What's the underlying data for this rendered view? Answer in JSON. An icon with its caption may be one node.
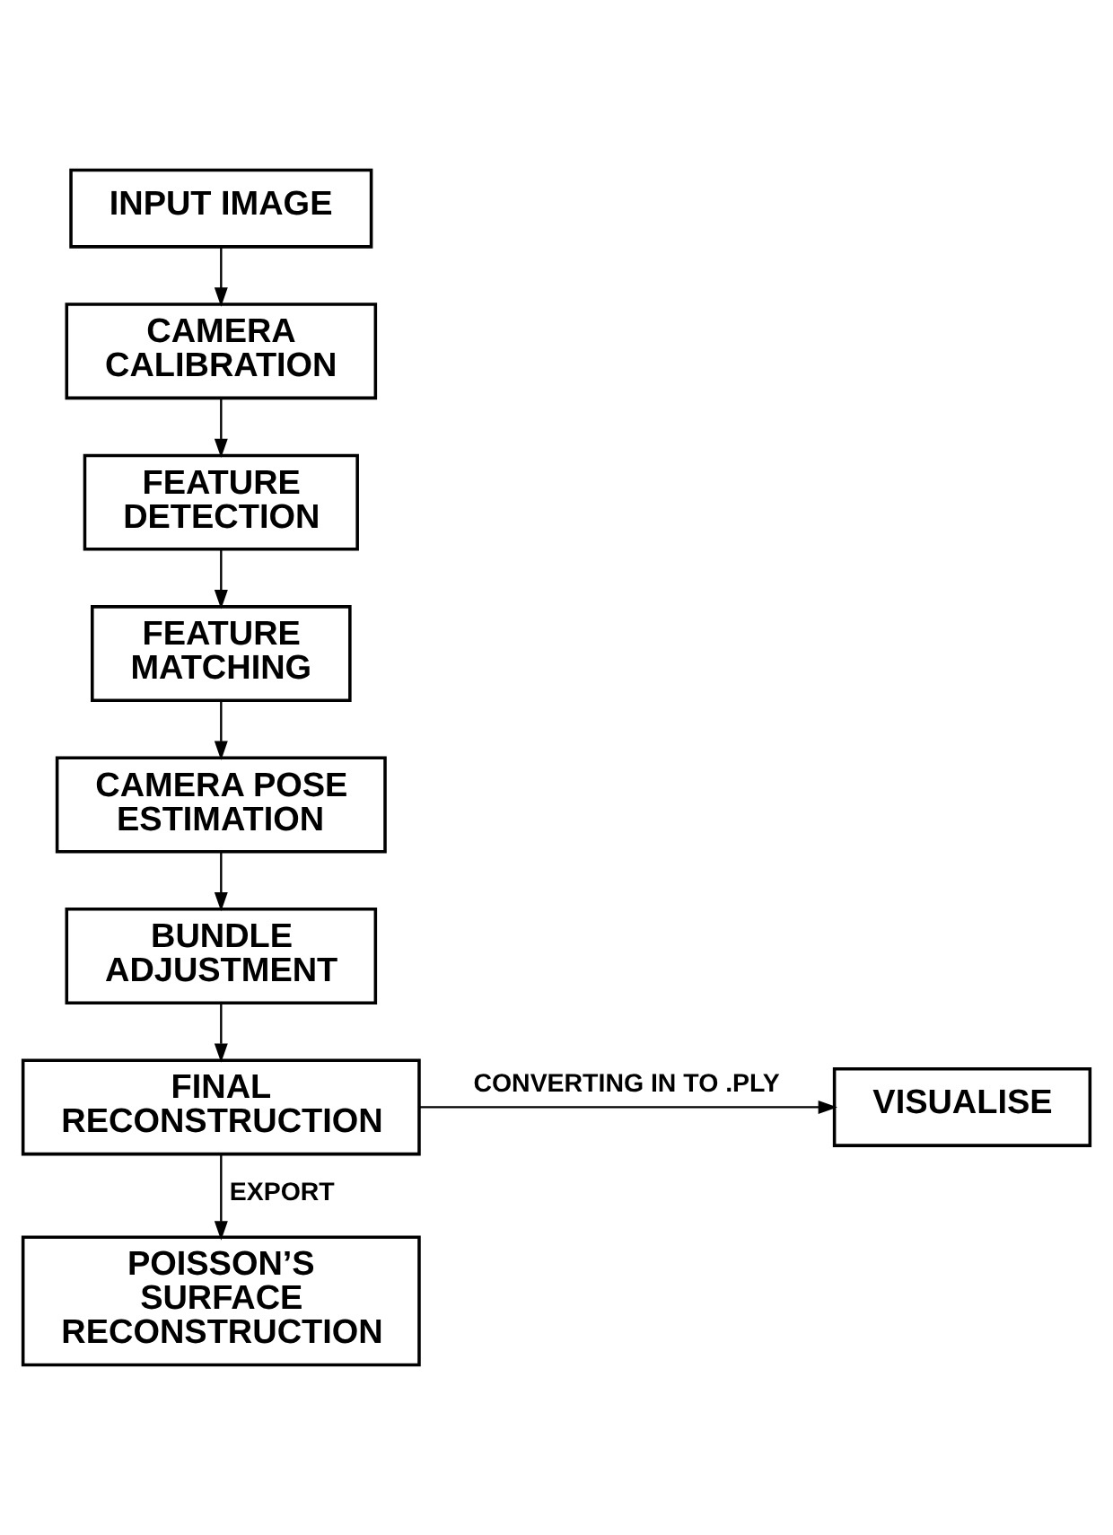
{
  "diagram": {
    "nodes": [
      {
        "text": [
          "INPUT IMAGE"
        ]
      },
      {
        "text": [
          "CAMERA CALIBRATION"
        ]
      },
      {
        "text": [
          "FEATURE DETECTION"
        ]
      },
      {
        "text": [
          "FEATURE MATCHING"
        ]
      },
      {
        "text": [
          "CAMERA POSE ESTIMATION"
        ]
      },
      {
        "text": [
          "BUNDLE ADJUSTMENT"
        ]
      },
      {
        "text": [
          "FINAL RECONSTRUCTION"
        ]
      },
      {
        "text": [
          "VISUALISE"
        ]
      },
      {
        "text": [
          "POISSON’S SURFACE RECONSTRUCTION"
        ]
      }
    ],
    "edges": [
      {
        "from": 0,
        "to": 1,
        "arrow": "to"
      },
      {
        "from": 1,
        "to": 2,
        "arrow": "to"
      },
      {
        "from": 2,
        "to": 3,
        "arrow": "to"
      },
      {
        "from": 3,
        "to": 4,
        "arrow": "to"
      },
      {
        "from": 4,
        "to": 5,
        "arrow": "to"
      },
      {
        "from": 5,
        "to": 6,
        "arrow": "to"
      },
      {
        "from": 6,
        "to": 7,
        "arrow": "to",
        "label": "CONVERTING IN TO .PLY"
      },
      {
        "from": 6,
        "to": 8,
        "arrow": "to",
        "label": "EXPORT"
      }
    ]
  }
}
